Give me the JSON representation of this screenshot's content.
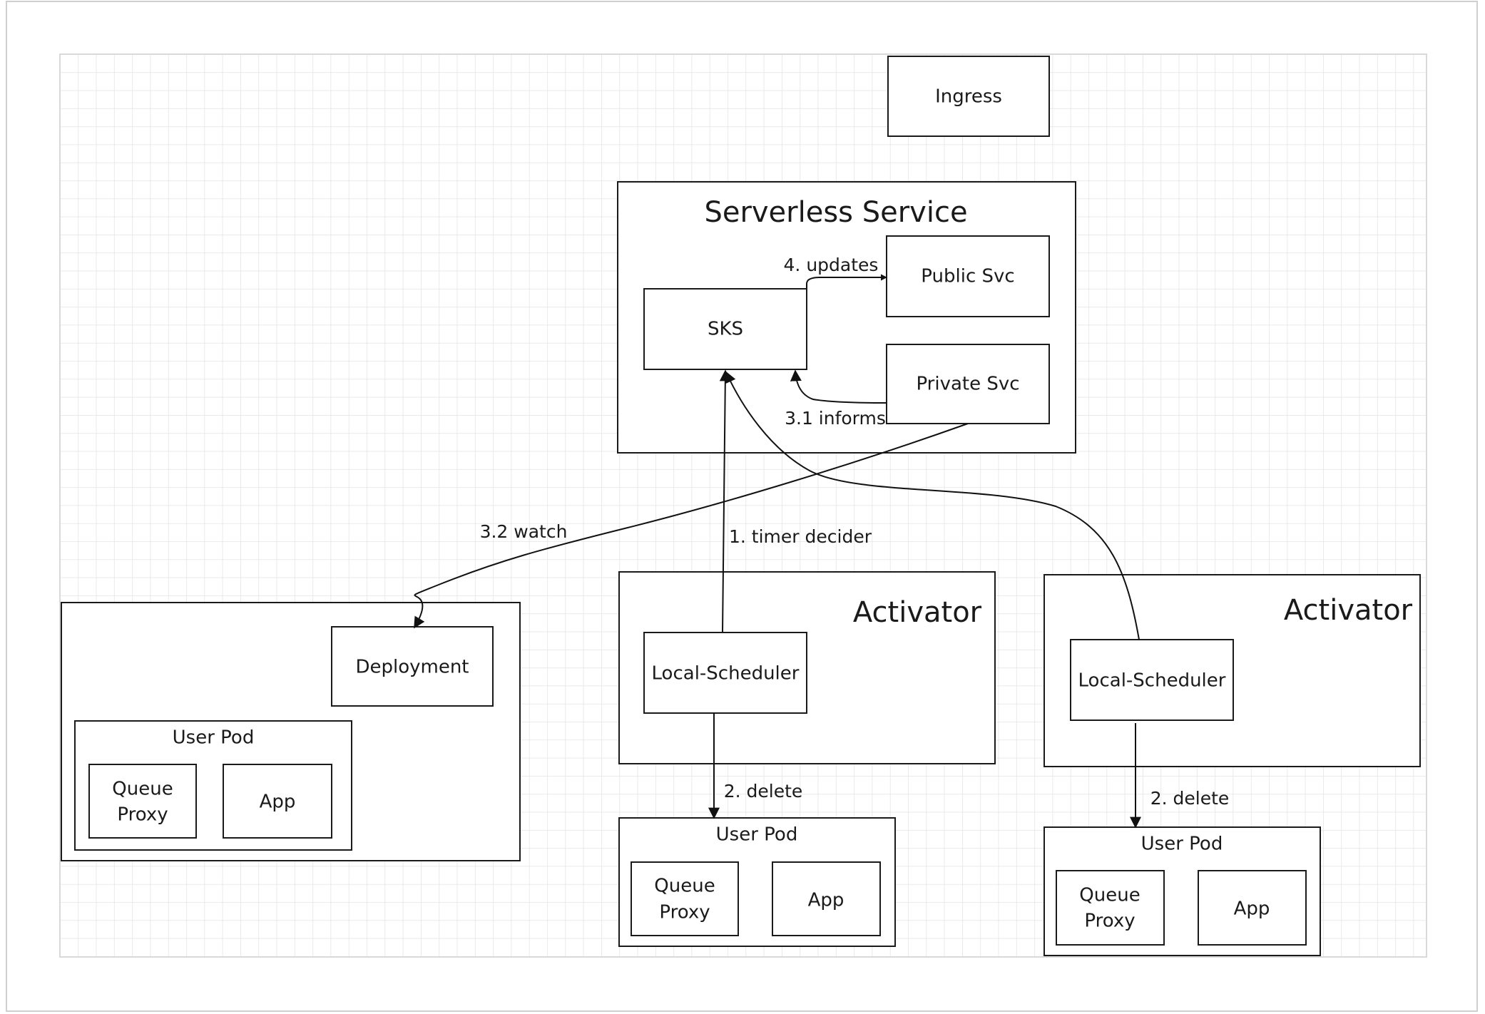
{
  "diagram": {
    "nodes": {
      "ingress": {
        "label": "Ingress"
      },
      "serverless_service": {
        "label": "Serverless Service"
      },
      "sks": {
        "label": "SKS"
      },
      "public_svc": {
        "label": "Public Svc"
      },
      "private_svc": {
        "label": "Private Svc"
      },
      "deployment_group": {
        "deployment": {
          "label": "Deployment"
        },
        "user_pod": {
          "label": "User Pod",
          "queue_proxy": [
            "Queue",
            "Proxy"
          ],
          "app": "App"
        }
      },
      "activator_1": {
        "label": "Activator",
        "local_scheduler": {
          "label": "Local-Scheduler"
        }
      },
      "activator_2": {
        "label": "Activator",
        "local_scheduler": {
          "label": "Local-Scheduler"
        }
      },
      "user_pod_2": {
        "label": "User Pod",
        "queue_proxy": [
          "Queue",
          "Proxy"
        ],
        "app": "App"
      },
      "user_pod_3": {
        "label": "User Pod",
        "queue_proxy": [
          "Queue",
          "Proxy"
        ],
        "app": "App"
      }
    },
    "edges": {
      "updates": {
        "label": "4. updates",
        "from": "SKS",
        "to": "Public Svc"
      },
      "informs": {
        "label": "3.1 informs",
        "from": "Private Svc",
        "to": "SKS"
      },
      "watch": {
        "label": "3.2 watch",
        "from": "Private Svc",
        "to": "Deployment"
      },
      "timer_decider": {
        "label": "1. timer decider",
        "from": "Local-Scheduler",
        "to": "SKS"
      },
      "delete_1": {
        "label": "2. delete",
        "from": "Local-Scheduler",
        "to": "User Pod"
      },
      "delete_2": {
        "label": "2. delete",
        "from": "Local-Scheduler",
        "to": "User Pod"
      },
      "scheduler2_to_sks": {
        "from": "Local-Scheduler",
        "to": "SKS"
      }
    }
  }
}
